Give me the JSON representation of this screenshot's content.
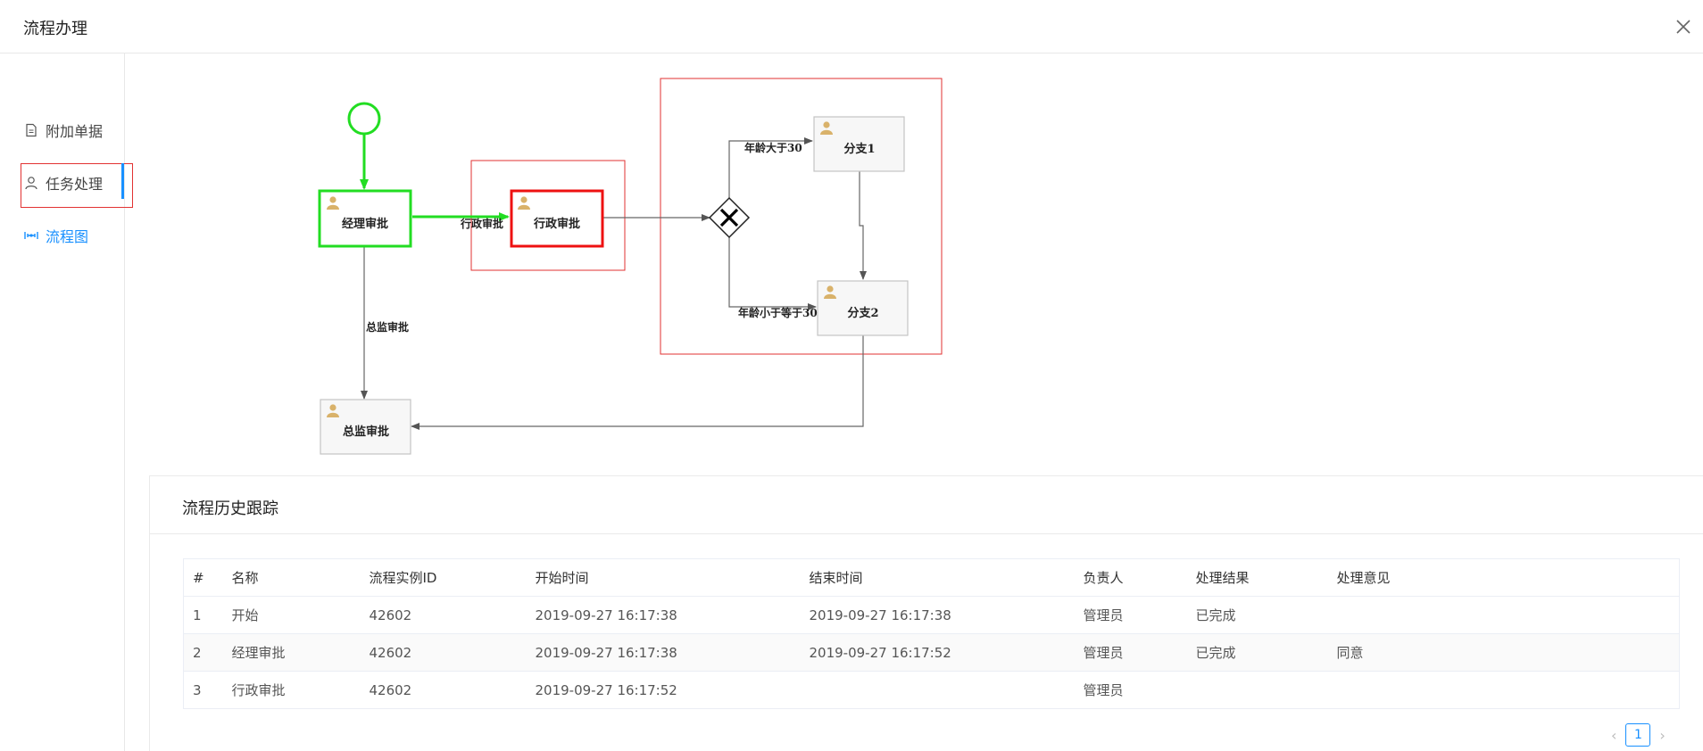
{
  "modal": {
    "title": "流程办理"
  },
  "sidebar": {
    "items": [
      {
        "label": "附加单据",
        "icon": "document-icon"
      },
      {
        "label": "任务处理",
        "icon": "user-icon"
      },
      {
        "label": "流程图",
        "icon": "flow-icon"
      }
    ],
    "active_index": 2
  },
  "diagram": {
    "nodes": {
      "manager": "经理审批",
      "admin": "行政审批",
      "branch1": "分支1",
      "branch2": "分支2",
      "director": "总监审批"
    },
    "edges": {
      "to_admin": "行政审批",
      "to_director": "总监审批",
      "age_gt": "年龄大于30",
      "age_le": "年龄小于等于30"
    },
    "colors": {
      "completed": "#22dd22",
      "current": "#ee1111",
      "highlight": "#e23232"
    }
  },
  "history": {
    "title": "流程历史跟踪",
    "columns": [
      "#",
      "名称",
      "流程实例ID",
      "开始时间",
      "结束时间",
      "负责人",
      "处理结果",
      "处理意见"
    ],
    "rows": [
      [
        "1",
        "开始",
        "42602",
        "2019-09-27 16:17:38",
        "2019-09-27 16:17:38",
        "管理员",
        "已完成",
        ""
      ],
      [
        "2",
        "经理审批",
        "42602",
        "2019-09-27 16:17:38",
        "2019-09-27 16:17:52",
        "管理员",
        "已完成",
        "同意"
      ],
      [
        "3",
        "行政审批",
        "42602",
        "2019-09-27 16:17:52",
        "",
        "管理员",
        "",
        ""
      ]
    ]
  },
  "pagination": {
    "current": "1",
    "prev": "‹",
    "next": "›"
  }
}
